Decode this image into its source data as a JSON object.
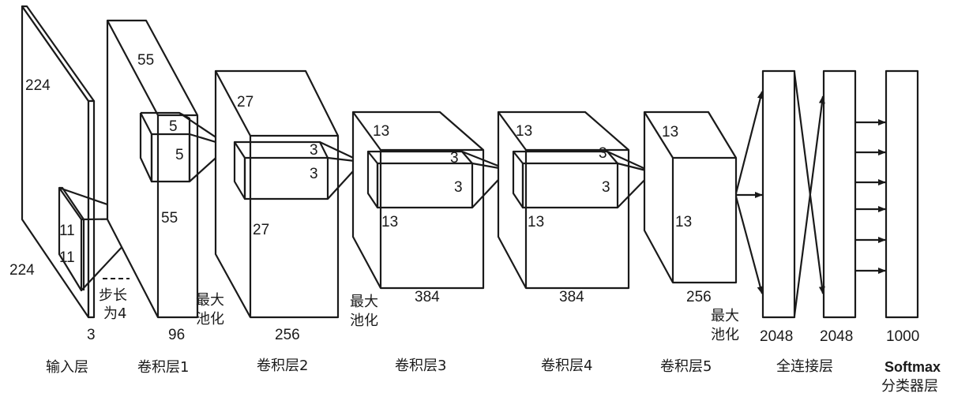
{
  "title": "AlexNet architecture",
  "layers": [
    {
      "name": "输入层",
      "depth": "3",
      "height": "224",
      "width": "224",
      "kernel_h": "11",
      "kernel_w": "11",
      "stride_label_1": "步长",
      "stride_label_2": "为4"
    },
    {
      "name": "卷积层1",
      "depth": "96",
      "height": "55",
      "width": "55",
      "kernel_h": "5",
      "kernel_w": "5",
      "pool_1": "最大",
      "pool_2": "池化"
    },
    {
      "name": "卷积层2",
      "depth": "256",
      "height": "27",
      "width": "27",
      "kernel_h": "3",
      "kernel_w": "3",
      "pool_1": "最大",
      "pool_2": "池化"
    },
    {
      "name": "卷积层3",
      "depth": "384",
      "height": "13",
      "width": "13",
      "kernel_h": "3",
      "kernel_w": "3"
    },
    {
      "name": "卷积层4",
      "depth": "384",
      "height": "13",
      "width": "13",
      "kernel_h": "3",
      "kernel_w": "3"
    },
    {
      "name": "卷积层5",
      "depth": "256",
      "height": "13",
      "width": "13",
      "pool_1": "最大",
      "pool_2": "池化"
    }
  ],
  "fc": {
    "name": "全连接层",
    "units1": "2048",
    "units2": "2048"
  },
  "softmax": {
    "name1": "Softmax",
    "name2": "分类器层",
    "units": "1000"
  }
}
